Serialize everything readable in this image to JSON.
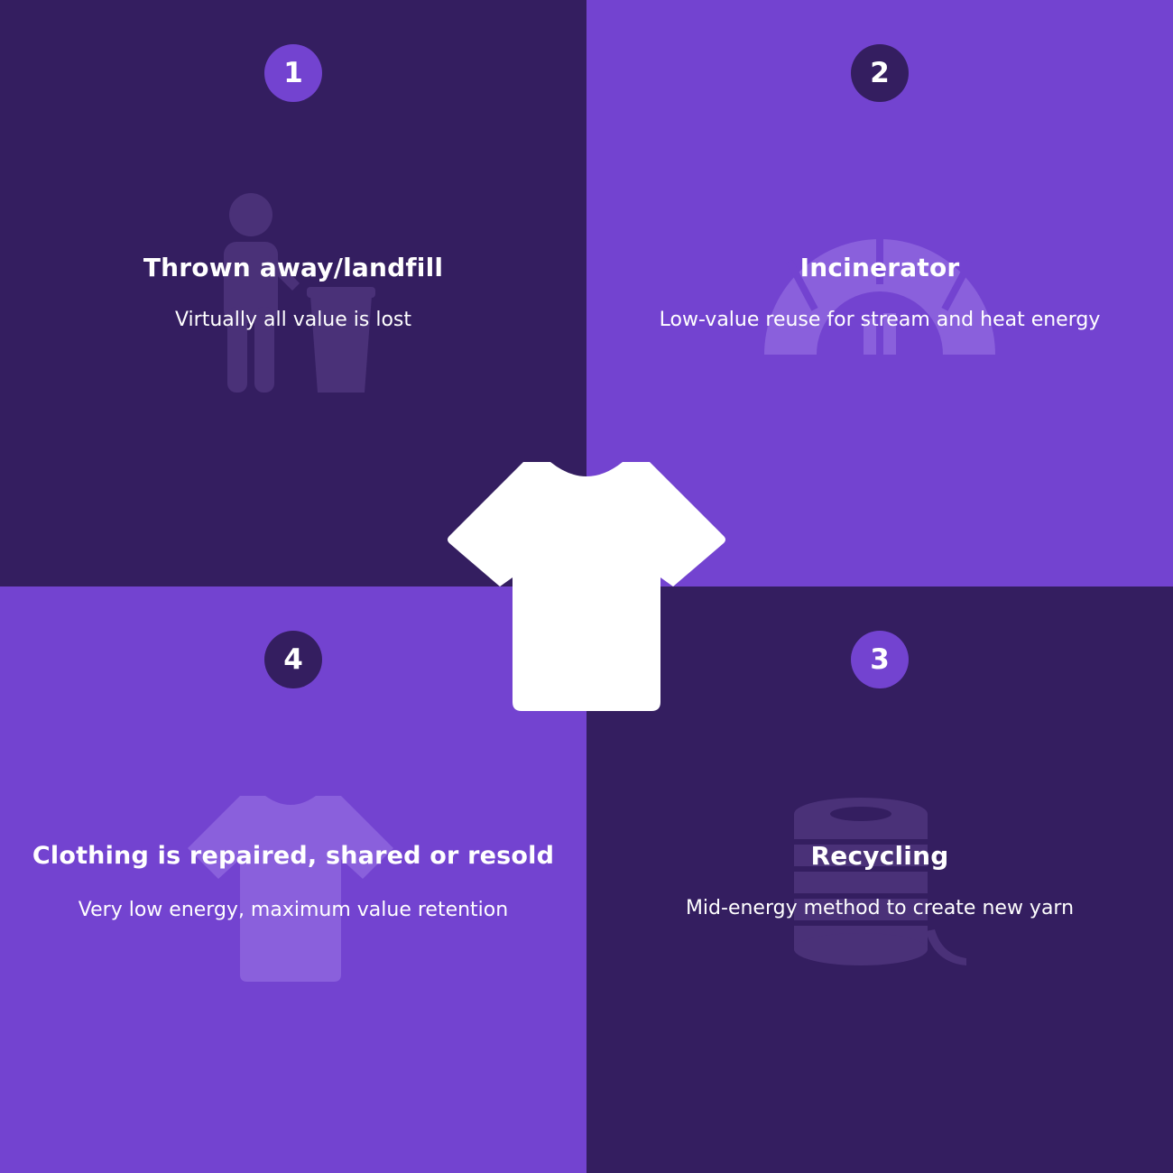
{
  "colors": {
    "dark": "#341e60",
    "light": "#7343d0",
    "icon_on_dark": "#4a3178",
    "icon_on_light": "#8a60dc",
    "white": "#ffffff"
  },
  "center": {
    "icon": "tshirt-icon"
  },
  "steps": [
    {
      "number": "1",
      "title": "Thrown away/landfill",
      "description": "Virtually all value is lost",
      "icon": "person-trash-icon"
    },
    {
      "number": "2",
      "title": "Incinerator",
      "description": "Low-value reuse for stream and heat energy",
      "icon": "incinerator-icon"
    },
    {
      "number": "3",
      "title": "Recycling",
      "description": "Mid-energy method to create new yarn",
      "icon": "yarn-spool-icon"
    },
    {
      "number": "4",
      "title": "Clothing is repaired, shared or resold",
      "description": "Very low energy, maximum value retention",
      "icon": "tshirt-icon"
    }
  ]
}
